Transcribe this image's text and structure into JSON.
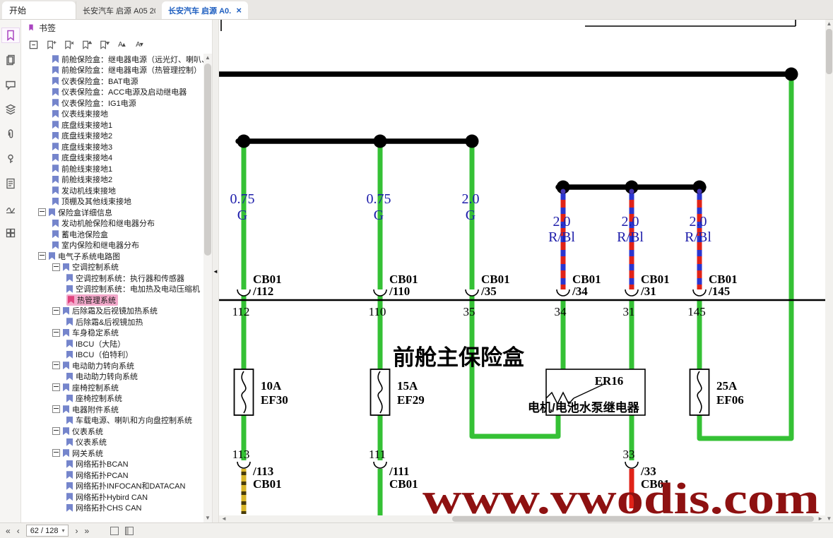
{
  "tab_bar": {
    "start_tab": "开始",
    "tabs": [
      {
        "label": "长安汽车 启源 A05 20...",
        "active": false
      },
      {
        "label": "长安汽车 启源 A0...",
        "active": true
      }
    ],
    "close_glyph": "×"
  },
  "left_rail": {
    "icons": [
      "bookmarks",
      "page-thumbnails",
      "comments",
      "layers",
      "attachments",
      "security",
      "notes",
      "signature",
      "views"
    ]
  },
  "sidebar": {
    "title": "书签",
    "toolbar": {
      "font_increase": "A▴",
      "font_decrease": "A▾"
    },
    "items": [
      {
        "label": "前舱保险盒：继电器电源（远光灯、喇叭、后除霜）",
        "level": 2
      },
      {
        "label": "前舱保险盒：继电器电源（热管理控制）",
        "level": 2
      },
      {
        "label": "仪表保险盒：BAT电源",
        "level": 2
      },
      {
        "label": "仪表保险盒：ACC电源及启动继电器",
        "level": 2
      },
      {
        "label": "仪表保险盒：IG1电源",
        "level": 2
      },
      {
        "label": "仪表线束接地",
        "level": 2
      },
      {
        "label": "底盘线束接地1",
        "level": 2
      },
      {
        "label": "底盘线束接地2",
        "level": 2
      },
      {
        "label": "底盘线束接地3",
        "level": 2
      },
      {
        "label": "底盘线束接地4",
        "level": 2
      },
      {
        "label": "前舱线束接地1",
        "level": 2
      },
      {
        "label": "前舱线束接地2",
        "level": 2
      },
      {
        "label": "发动机线束接地",
        "level": 2
      },
      {
        "label": "顶棚及其他线束接地",
        "level": 2
      },
      {
        "label": "保险盒详细信息",
        "level": 1,
        "folder": true
      },
      {
        "label": "发动机舱保险和继电器分布",
        "level": 2
      },
      {
        "label": "蓄电池保险盒",
        "level": 2
      },
      {
        "label": "室内保险和继电器分布",
        "level": 2
      },
      {
        "label": "电气子系统电路图",
        "level": 1,
        "folder": true
      },
      {
        "label": "空调控制系统",
        "level": 2,
        "folder": true
      },
      {
        "label": "空调控制系统：执行器和传感器",
        "level": 3
      },
      {
        "label": "空调控制系统：电加热及电动压缩机",
        "level": 3
      },
      {
        "label": "热管理系统",
        "level": 3,
        "selected": true
      },
      {
        "label": "后除霜及后视镜加热系统",
        "level": 2,
        "folder": true
      },
      {
        "label": "后除霜&后视镜加热",
        "level": 3
      },
      {
        "label": "车身稳定系统",
        "level": 2,
        "folder": true
      },
      {
        "label": "IBCU（大陆）",
        "level": 3
      },
      {
        "label": "IBCU（伯特利）",
        "level": 3
      },
      {
        "label": "电动助力转向系统",
        "level": 2,
        "folder": true
      },
      {
        "label": "电动助力转向系统",
        "level": 3
      },
      {
        "label": "座椅控制系统",
        "level": 2,
        "folder": true
      },
      {
        "label": "座椅控制系统",
        "level": 3
      },
      {
        "label": "电器附件系统",
        "level": 2,
        "folder": true
      },
      {
        "label": "车载电源、喇叭和方向盘控制系统",
        "level": 3
      },
      {
        "label": "仪表系统",
        "level": 2,
        "folder": true
      },
      {
        "label": "仪表系统",
        "level": 3
      },
      {
        "label": "网关系统",
        "level": 2,
        "folder": true
      },
      {
        "label": "网络拓扑BCAN",
        "level": 3
      },
      {
        "label": "网络拓扑PCAN",
        "level": 3
      },
      {
        "label": "网络拓扑INFOCAN和DATACAN",
        "level": 3
      },
      {
        "label": "网络拓扑Hybird CAN",
        "level": 3
      },
      {
        "label": "网络拓扑CHS CAN",
        "level": 3
      }
    ]
  },
  "glyphs": {
    "collapse_panel": "◄",
    "scroll_up": "▲",
    "scroll_down": "▼",
    "scroll_left": "◄",
    "scroll_right": "►",
    "dropdown": "▾",
    "first_page": "«",
    "prev_page": "‹",
    "next_page": "›",
    "last_page": "»"
  },
  "status_bar": {
    "page_indicator": "62 / 128"
  },
  "colors": {
    "wire_green": "#35c135",
    "wire_red": "#e02318",
    "wire_blue_stripe": "#2a35cf",
    "wire_yellow": "#d8b62a",
    "wire_yellow_stripe": "#4a3c08",
    "node_center": "#4838b8",
    "label_blue": "#1c1caa",
    "watermark_red": "#8e1111",
    "selected_pink": "#f3a9cb",
    "active_tab_blue": "#1f5fc0"
  },
  "diagram": {
    "box_title": "前舱主保险盒",
    "watermark": "www.vwodis.com",
    "columns": [
      {
        "size": "0.75",
        "color": "G",
        "connector": "CB01",
        "pin_label": "/112",
        "pin": "112"
      },
      {
        "size": "0.75",
        "color": "G",
        "connector": "CB01",
        "pin_label": "/110",
        "pin": "110"
      },
      {
        "size": "2.0",
        "color": "G",
        "connector": "CB01",
        "pin_label": "/35",
        "pin": "35"
      },
      {
        "size": "2.0",
        "color": "R/Bl",
        "connector": "CB01",
        "pin_label": "/34",
        "pin": "34"
      },
      {
        "size": "2.0",
        "color": "R/Bl",
        "connector": "CB01",
        "pin_label": "/31",
        "pin": "31"
      },
      {
        "size": "2.0",
        "color": "R/Bl",
        "connector": "CB01",
        "pin_label": "/145",
        "pin": "145"
      }
    ],
    "fuses": [
      {
        "rating": "10A",
        "name": "EF30"
      },
      {
        "rating": "15A",
        "name": "EF29"
      },
      {
        "rating": "25A",
        "name": "EF06"
      }
    ],
    "relay": {
      "id": "ER16",
      "label": "电机/电池水泵继电器"
    },
    "bottom_connectors": [
      {
        "pin": "113",
        "pin_label": "/113",
        "connector": "CB01"
      },
      {
        "pin": "111",
        "pin_label": "/111",
        "connector": "CB01"
      },
      {
        "pin": "33",
        "pin_label": "/33",
        "connector": "CB01"
      }
    ]
  }
}
